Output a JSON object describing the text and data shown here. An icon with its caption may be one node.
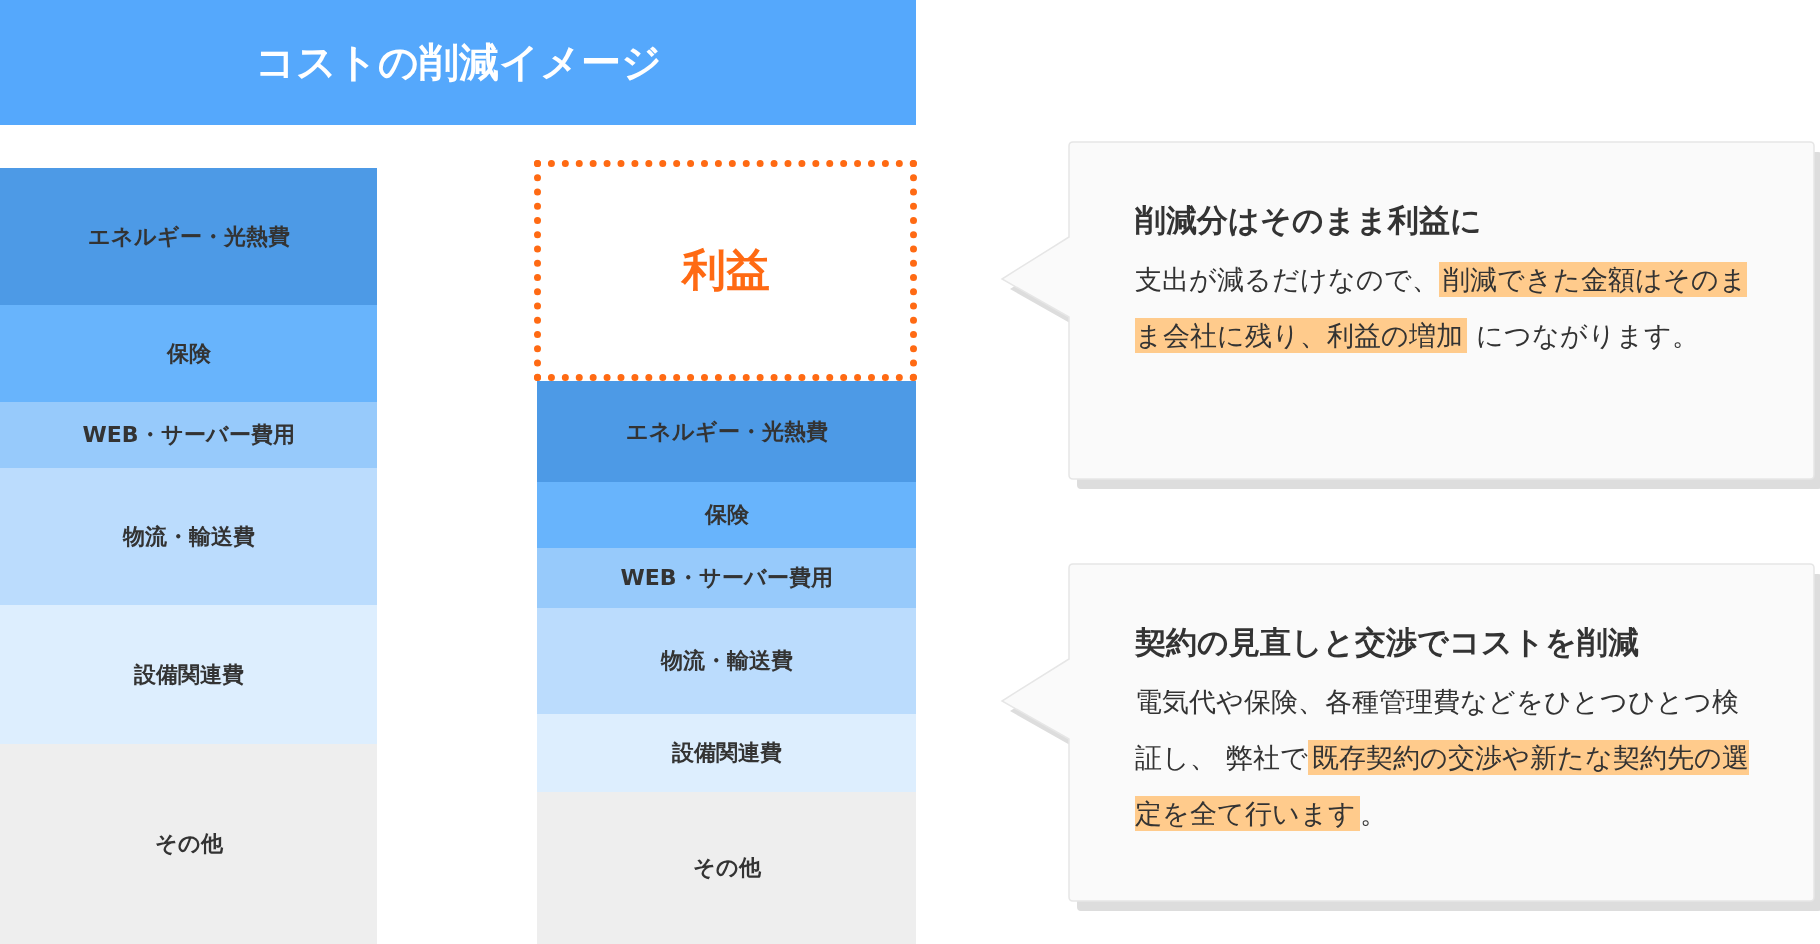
{
  "diagram": {
    "title": "コストの削減イメージ",
    "nodes": [
      {
        "text": [
          "エネルギー・光熱費"
        ]
      },
      {
        "text": [
          "保険"
        ]
      },
      {
        "text": [
          "WEB・サーバー費用"
        ]
      },
      {
        "text": [
          "物流・輸送費"
        ]
      },
      {
        "text": [
          "設備関連費"
        ]
      },
      {
        "text": [
          "その他"
        ]
      },
      {
        "text": [
          "利益"
        ]
      },
      {
        "text": [
          "エネルギー・光熱費"
        ]
      },
      {
        "text": [
          "保険"
        ]
      },
      {
        "text": [
          "WEB・サーバー費用"
        ]
      },
      {
        "text": [
          "物流・輸送費"
        ]
      },
      {
        "text": [
          "設備関連費"
        ]
      },
      {
        "text": [
          "その他"
        ]
      },
      {
        "text": [
          "削減分はそのまま利益に",
          "支出が減るだけなので、**削減できた金額はそのまま会社に残り、利益の増加** につながります。"
        ]
      },
      {
        "text": [
          "契約の見直しと交渉でコストを削減",
          "電気代や保険、各種管理費などをひとつひとつ検証し、 弊社で**既存契約の交渉や新たな契約先の選定を全て行います**。"
        ]
      }
    ],
    "edges": []
  }
}
